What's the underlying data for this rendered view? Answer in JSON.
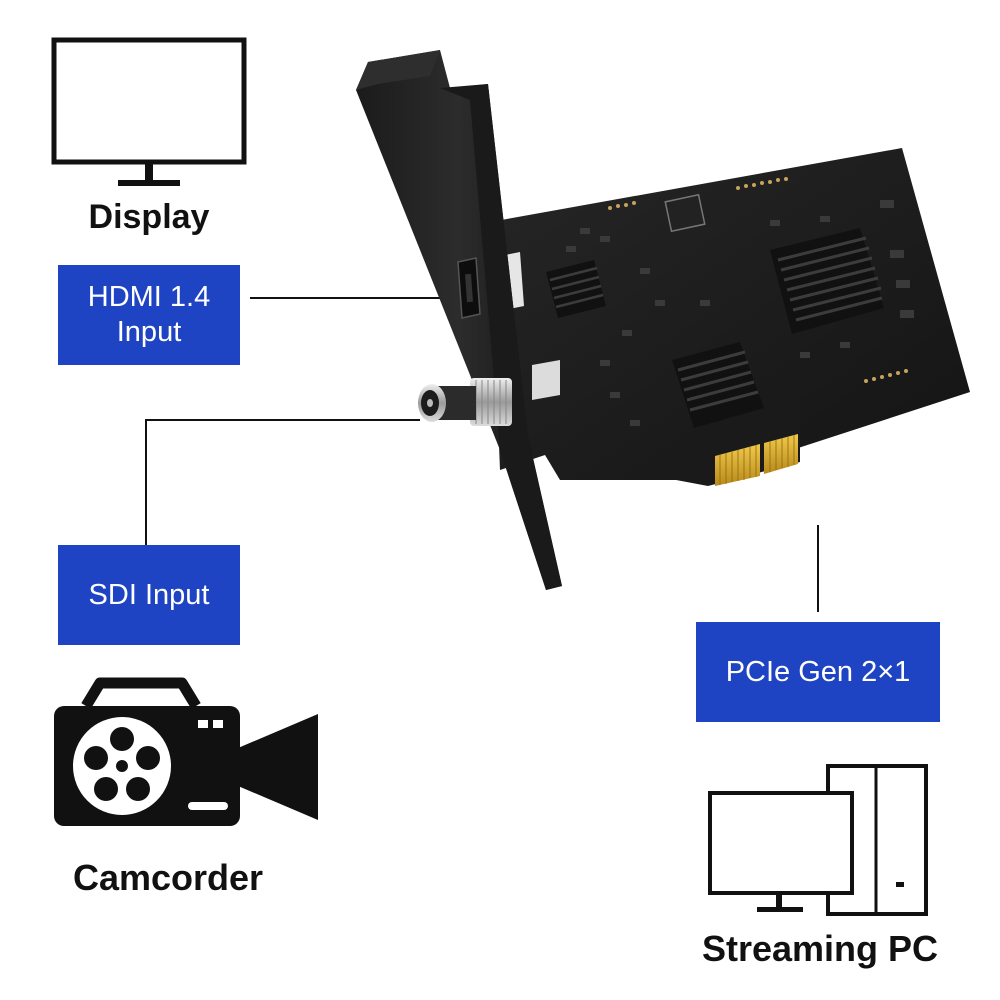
{
  "devices": {
    "display": {
      "label": "Display",
      "icon": "monitor-icon"
    },
    "camcorder": {
      "label": "Camcorder",
      "icon": "video-camera-icon"
    },
    "streaming_pc": {
      "label": "Streaming PC",
      "icon": "desktop-pc-icon"
    }
  },
  "ports": {
    "hdmi": {
      "line1": "HDMI 1.4",
      "line2": "Input"
    },
    "sdi": {
      "label": "SDI Input"
    },
    "pcie": {
      "label": "PCIe Gen 2×1"
    }
  },
  "product": {
    "icon": "capture-card-icon"
  },
  "colors": {
    "label_bg": "#1e44c4",
    "label_text": "#ffffff",
    "icon": "#111111",
    "connector": "#111111"
  }
}
